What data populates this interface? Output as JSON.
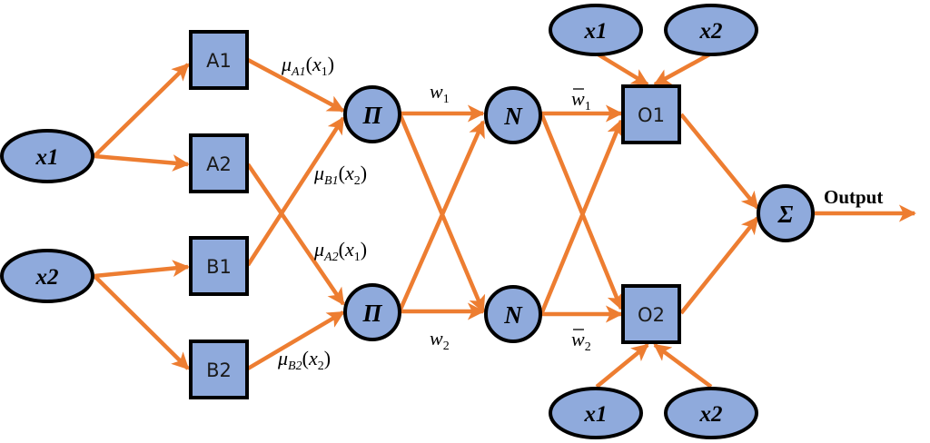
{
  "diagram": {
    "title": "ANFIS architecture",
    "colors": {
      "node_fill": "#8faadc",
      "node_stroke": "#000000",
      "edge": "#ed7d31"
    },
    "inputs": [
      {
        "id": "in_x1",
        "label": "x1"
      },
      {
        "id": "in_x2",
        "label": "x2"
      }
    ],
    "layer1": [
      {
        "id": "A1",
        "label": "A1"
      },
      {
        "id": "A2",
        "label": "A2"
      },
      {
        "id": "B1",
        "label": "B1"
      },
      {
        "id": "B2",
        "label": "B2"
      }
    ],
    "layer2": [
      {
        "id": "P1",
        "label": "Π"
      },
      {
        "id": "P2",
        "label": "Π"
      }
    ],
    "layer3": [
      {
        "id": "N1",
        "label": "N"
      },
      {
        "id": "N2",
        "label": "N"
      }
    ],
    "layer4": [
      {
        "id": "O1",
        "label": "O1"
      },
      {
        "id": "O2",
        "label": "O2"
      }
    ],
    "consequent_inputs": [
      {
        "id": "c_x1_top",
        "label": "x1"
      },
      {
        "id": "c_x2_top",
        "label": "x2"
      },
      {
        "id": "c_x1_bot",
        "label": "x1"
      },
      {
        "id": "c_x2_bot",
        "label": "x2"
      }
    ],
    "layer5": {
      "id": "S",
      "label": "Σ"
    },
    "output_label": "Output",
    "edge_labels": {
      "muA1": {
        "mu": "μ",
        "sub": "A1",
        "arg": "x",
        "argsub": "1"
      },
      "muB1": {
        "mu": "μ",
        "sub": "B1",
        "arg": "x",
        "argsub": "2"
      },
      "muA2": {
        "mu": "μ",
        "sub": "A2",
        "arg": "x",
        "argsub": "1"
      },
      "muB2": {
        "mu": "μ",
        "sub": "B2",
        "arg": "x",
        "argsub": "2"
      },
      "w1": {
        "w": "w",
        "sub": "1"
      },
      "w2": {
        "w": "w",
        "sub": "2"
      },
      "wbar1": {
        "w": "w",
        "sub": "1"
      },
      "wbar2": {
        "w": "w",
        "sub": "2"
      }
    },
    "edges": [
      [
        "in_x1",
        "A1"
      ],
      [
        "in_x1",
        "A2"
      ],
      [
        "in_x2",
        "B1"
      ],
      [
        "in_x2",
        "B2"
      ],
      [
        "A1",
        "P1"
      ],
      [
        "B1",
        "P1"
      ],
      [
        "A2",
        "P2"
      ],
      [
        "B2",
        "P2"
      ],
      [
        "P1",
        "N1"
      ],
      [
        "P1",
        "N2"
      ],
      [
        "P2",
        "N1"
      ],
      [
        "P2",
        "N2"
      ],
      [
        "N1",
        "O1"
      ],
      [
        "N1",
        "O2"
      ],
      [
        "N2",
        "O1"
      ],
      [
        "N2",
        "O2"
      ],
      [
        "c_x1_top",
        "O1"
      ],
      [
        "c_x2_top",
        "O1"
      ],
      [
        "c_x1_bot",
        "O2"
      ],
      [
        "c_x2_bot",
        "O2"
      ],
      [
        "O1",
        "S"
      ],
      [
        "O2",
        "S"
      ]
    ]
  }
}
